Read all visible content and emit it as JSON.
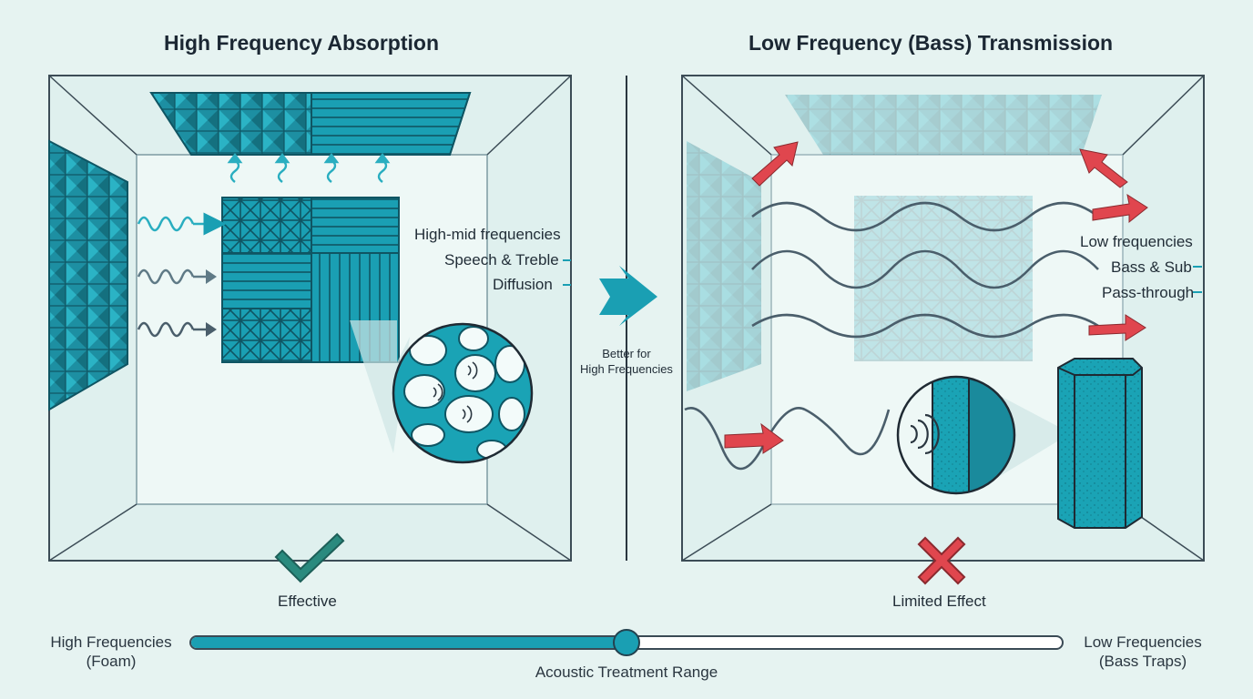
{
  "titles": {
    "left": "High Frequency Absorption",
    "right": "Low Frequency (Bass) Transmission"
  },
  "left_panel": {
    "labels": [
      "High-mid frequencies",
      "Speech & Treble",
      "Diffusion"
    ],
    "verdict": "Effective",
    "verdict_icon": "checkmark-icon"
  },
  "center": {
    "arrow_caption_line1": "Better for",
    "arrow_caption_line2": "High Frequencies"
  },
  "right_panel": {
    "labels": [
      "Low frequencies",
      "Bass & Sub",
      "Pass-through"
    ],
    "verdict": "Limited Effect",
    "verdict_icon": "cross-icon"
  },
  "slider": {
    "left_line1": "High Frequencies",
    "left_line2": "(Foam)",
    "right_line1": "Low Frequencies",
    "right_line2": "(Bass Traps)",
    "caption": "Acoustic Treatment Range",
    "position_fraction": 0.5
  },
  "colors": {
    "foam": "#1a9fb3",
    "foam_dark": "#136f80",
    "check": "#2a8a7e",
    "cross": "#e0464e",
    "red_arrow": "#e0464e",
    "wave": "#4a5e6b"
  }
}
